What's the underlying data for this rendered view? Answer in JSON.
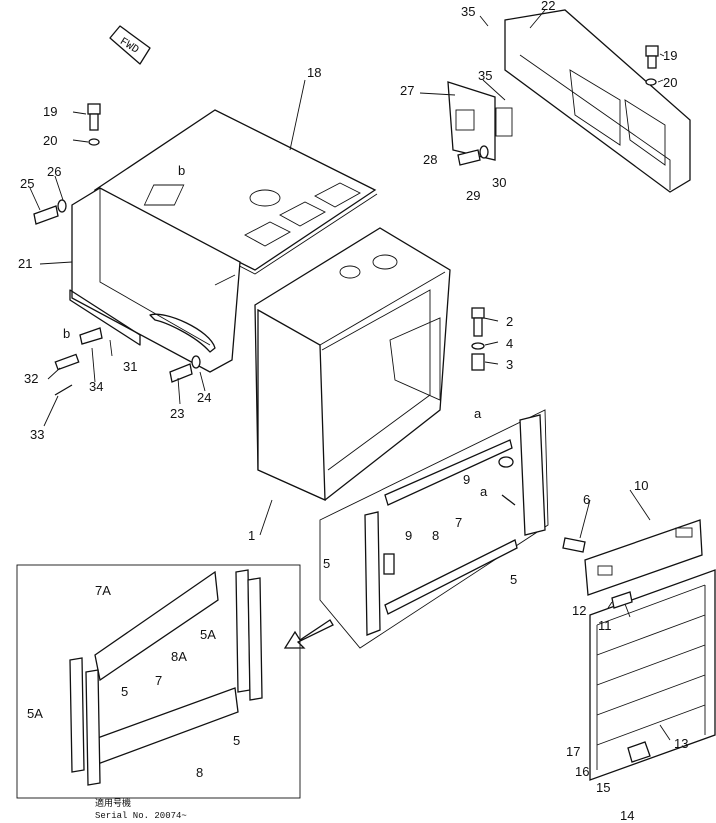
{
  "fwd_label": "FWD",
  "callouts": [
    "1",
    "2",
    "3",
    "4",
    "5",
    "6",
    "7",
    "8",
    "9",
    "10",
    "11",
    "12",
    "13",
    "14",
    "15",
    "16",
    "17",
    "18",
    "19",
    "20",
    "21",
    "22",
    "23",
    "24",
    "25",
    "26",
    "27",
    "28",
    "29",
    "30",
    "31",
    "32",
    "33",
    "34",
    "35",
    "a",
    "b",
    "5A",
    "7A",
    "8A"
  ],
  "serial_jp": "適用号機",
  "serial": "Serial  No.  20074~"
}
